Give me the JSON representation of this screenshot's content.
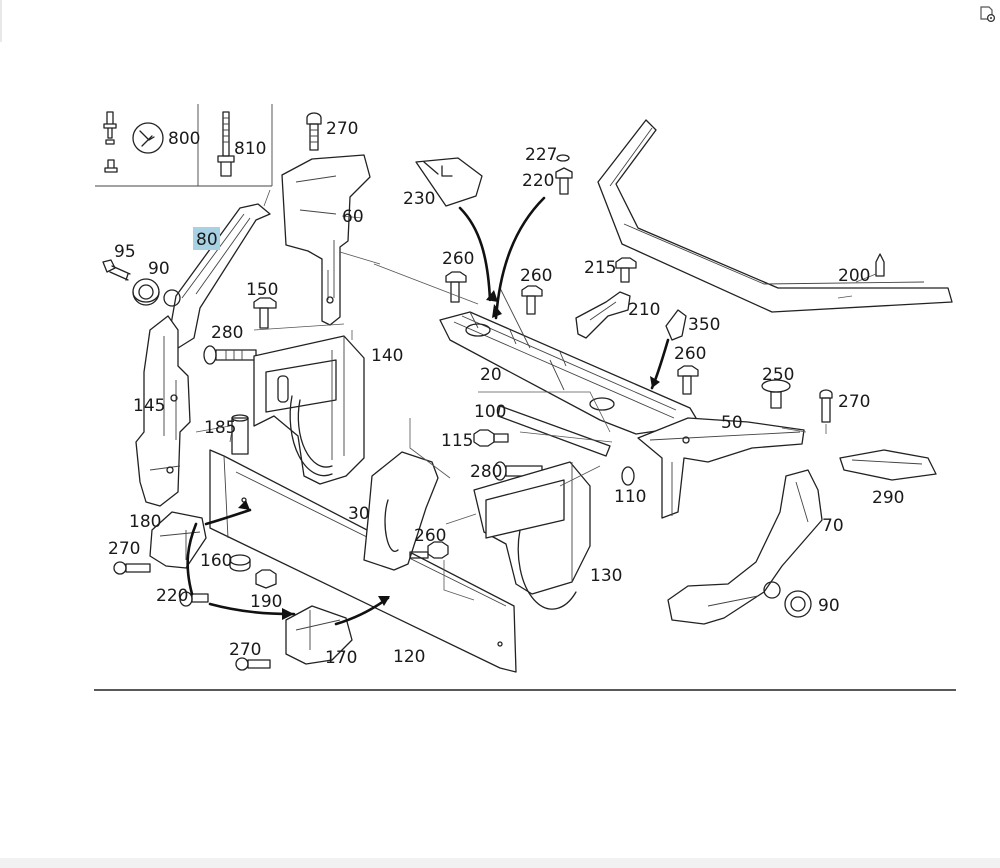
{
  "toolbar": {
    "tool_icon": "document-settings-icon"
  },
  "callouts": {
    "c800": "800",
    "c810": "810",
    "c270a": "270",
    "c60": "60",
    "c80": "80",
    "c95": "95",
    "c90a": "90",
    "c150": "150",
    "c280a": "280",
    "c140": "140",
    "c145": "145",
    "c185": "185",
    "c230": "230",
    "c227": "227",
    "c220a": "220",
    "c260a": "260",
    "c260b": "260",
    "c215": "215",
    "c210": "210",
    "c350": "350",
    "c260c": "260",
    "c200": "200",
    "c20": "20",
    "c100": "100",
    "c115": "115",
    "c280b": "280",
    "c250": "250",
    "c270b": "270",
    "c50": "50",
    "c110": "110",
    "c290": "290",
    "c70": "70",
    "c30": "30",
    "c260d": "260",
    "c130": "130",
    "c90b": "90",
    "c180": "180",
    "c270c": "270",
    "c160": "160",
    "c220b": "220",
    "c190": "190",
    "c270d": "270",
    "c170": "170",
    "c120": "120"
  },
  "highlight": {
    "callout": "80",
    "color": "#a8d2e4"
  }
}
